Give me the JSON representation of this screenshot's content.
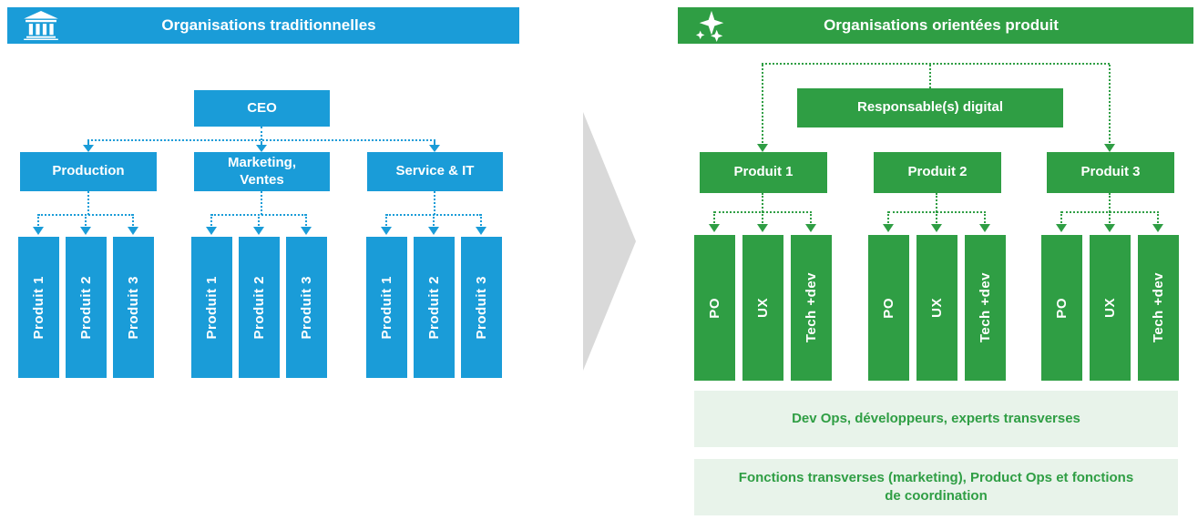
{
  "colors": {
    "blue": "#1A9CD8",
    "green": "#2F9E44",
    "light_green_bg": "#E8F3EA",
    "gray_arrow": "#D9D9D9",
    "text_on_fill": "#FFFFFF"
  },
  "left_panel": {
    "header": {
      "title": "Organisations traditionnelles",
      "icon": "bank-icon"
    },
    "ceo": {
      "label": "CEO"
    },
    "departments": [
      {
        "label": "Production",
        "products": [
          "Produit 1",
          "Produit 2",
          "Produit 3"
        ]
      },
      {
        "label": "Marketing,\nVentes",
        "products": [
          "Produit 1",
          "Produit 2",
          "Produit 3"
        ]
      },
      {
        "label": "Service & IT",
        "products": [
          "Produit 1",
          "Produit 2",
          "Produit 3"
        ]
      }
    ]
  },
  "transition": {
    "icon": "right-arrow"
  },
  "right_panel": {
    "header": {
      "title": "Organisations orientées produit",
      "icon": "sparkles-icon"
    },
    "lead": {
      "label": "Responsable(s) digital"
    },
    "products": [
      {
        "label": "Produit 1",
        "roles": [
          "PO",
          "UX",
          "Tech +dev"
        ]
      },
      {
        "label": "Produit 2",
        "roles": [
          "PO",
          "UX",
          "Tech +dev"
        ]
      },
      {
        "label": "Produit 3",
        "roles": [
          "PO",
          "UX",
          "Tech +dev"
        ]
      }
    ],
    "shared_layers": [
      {
        "label": "Dev Ops, développeurs, experts transverses"
      },
      {
        "label": "Fonctions transverses (marketing), Product Ops et fonctions de coordination"
      }
    ]
  }
}
